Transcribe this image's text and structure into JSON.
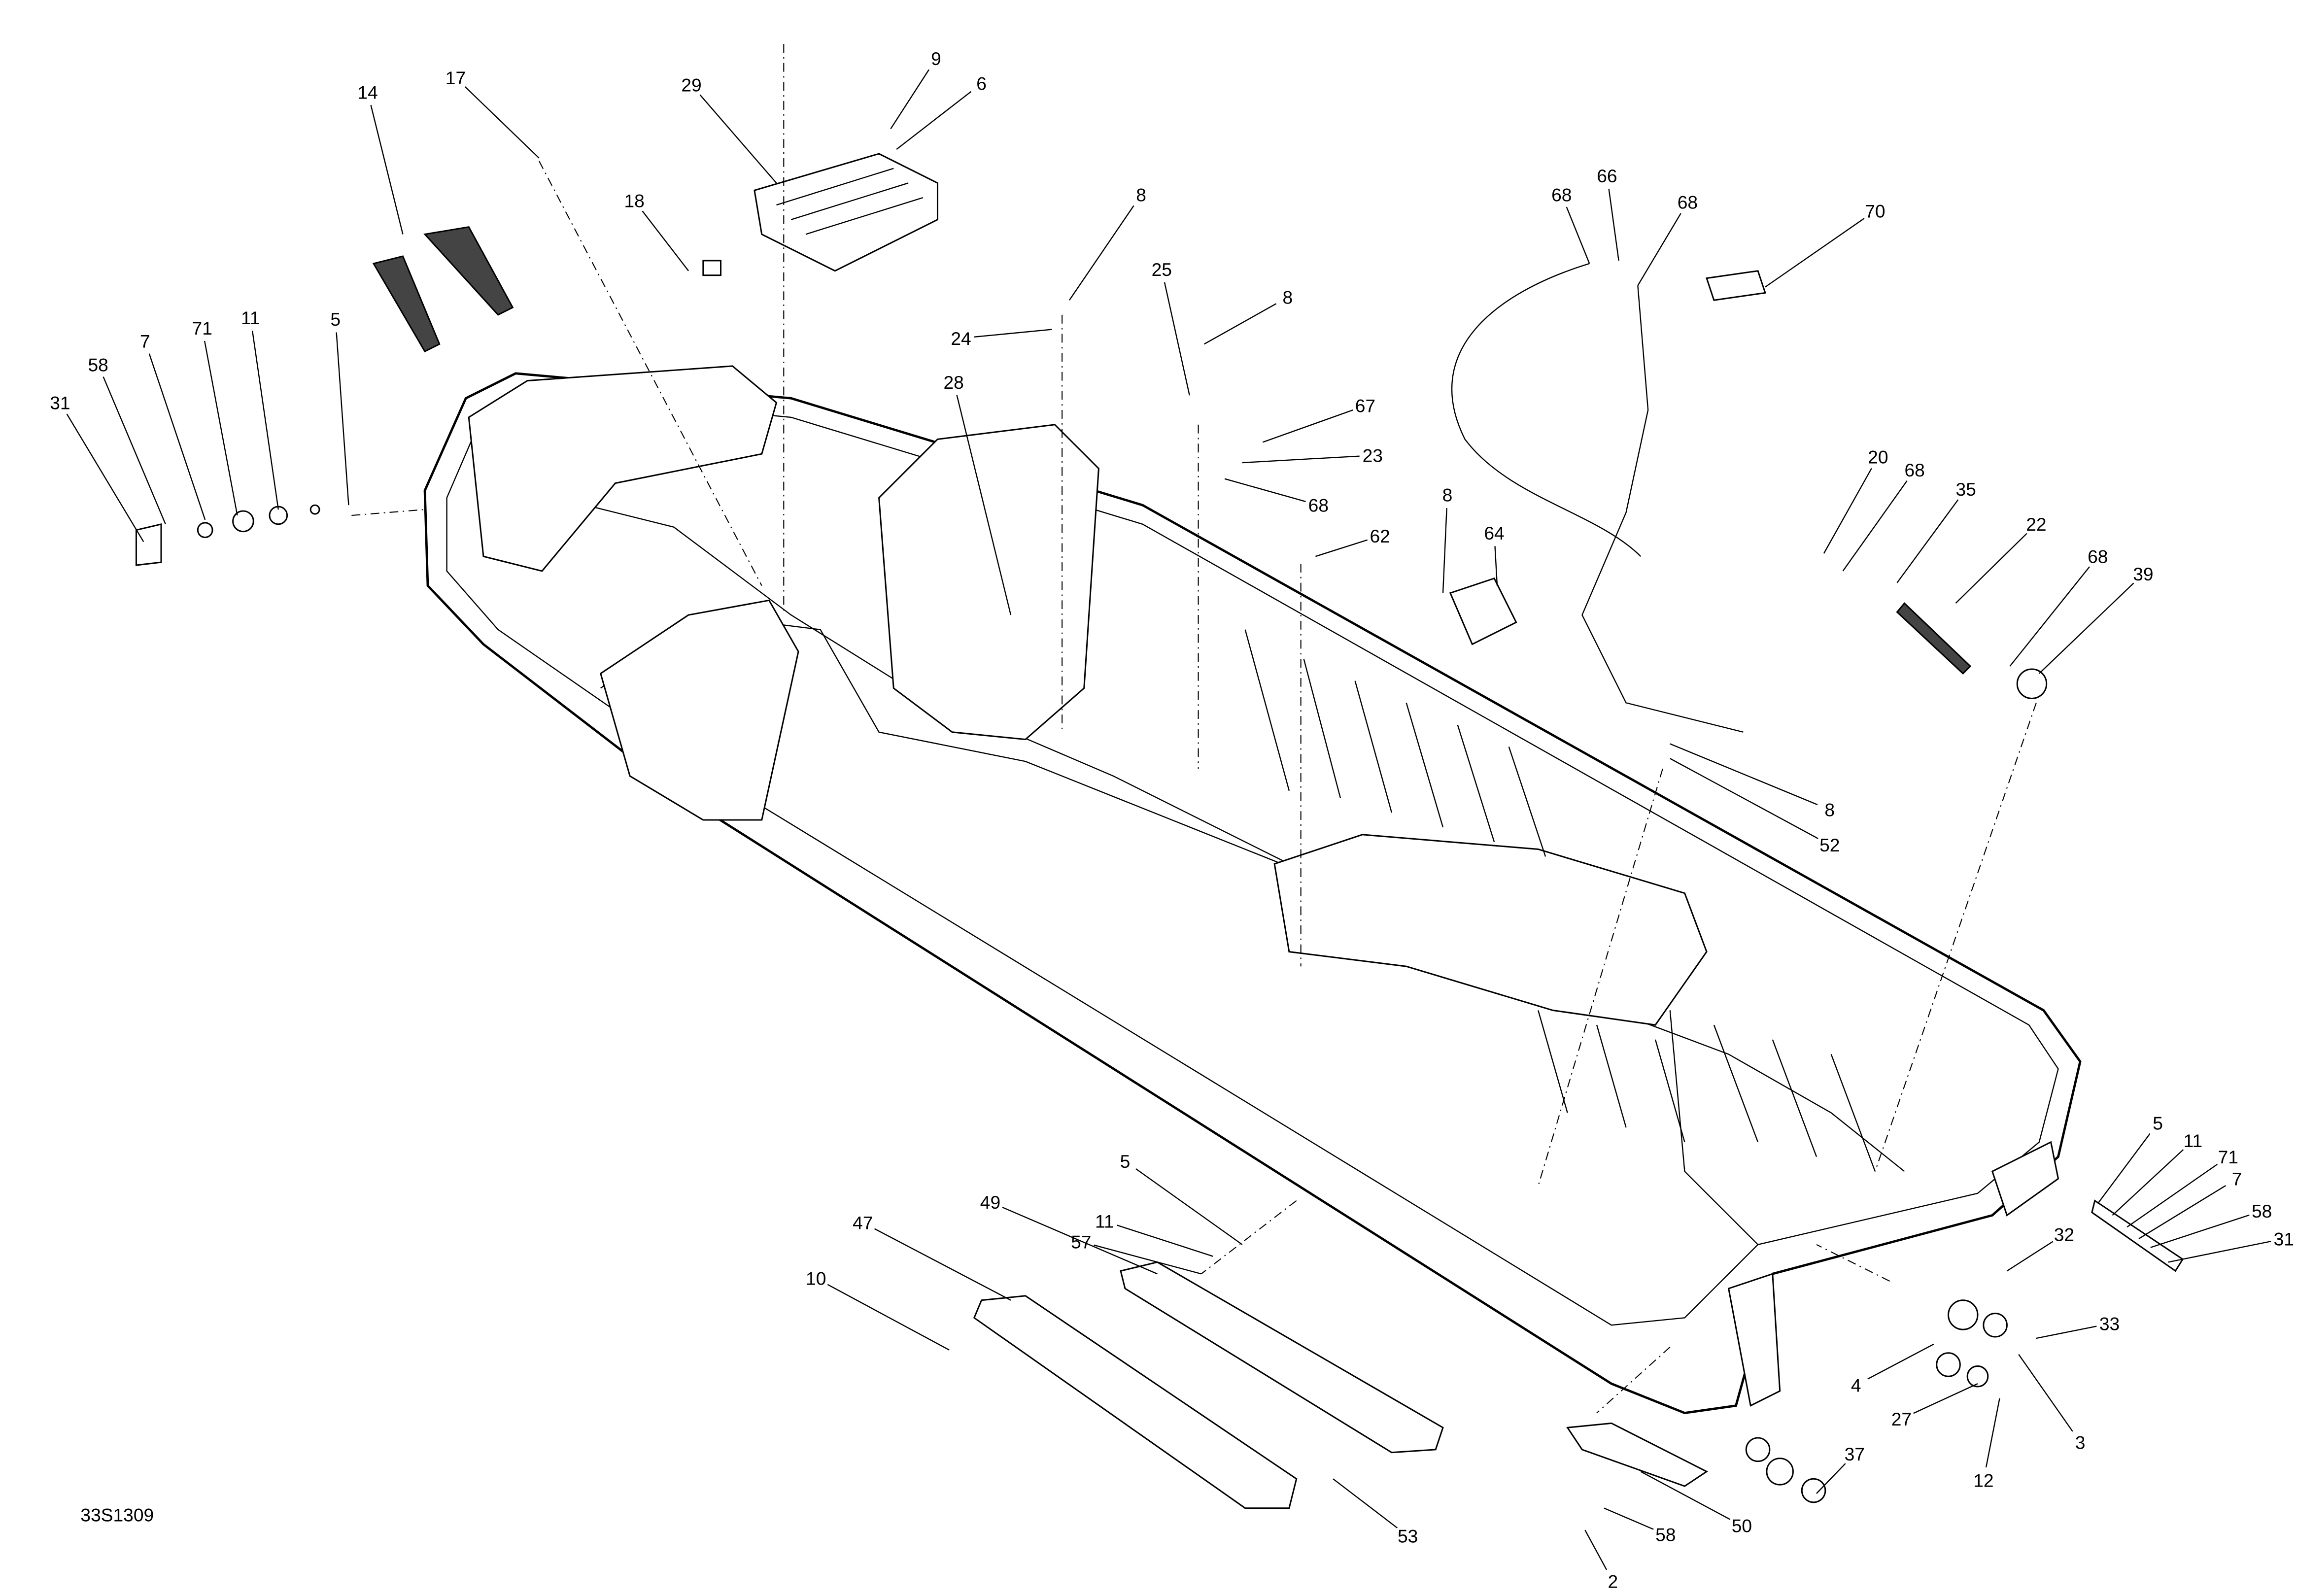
{
  "figure_id": "33S1309",
  "callouts": [
    {
      "label": "14"
    },
    {
      "label": "17"
    },
    {
      "label": "29"
    },
    {
      "label": "9"
    },
    {
      "label": "6"
    },
    {
      "label": "18"
    },
    {
      "label": "8"
    },
    {
      "label": "25"
    },
    {
      "label": "8"
    },
    {
      "label": "24"
    },
    {
      "label": "28"
    },
    {
      "label": "67"
    },
    {
      "label": "23"
    },
    {
      "label": "68"
    },
    {
      "label": "62"
    },
    {
      "label": "68"
    },
    {
      "label": "66"
    },
    {
      "label": "68"
    },
    {
      "label": "70"
    },
    {
      "label": "8"
    },
    {
      "label": "64"
    },
    {
      "label": "20"
    },
    {
      "label": "68"
    },
    {
      "label": "35"
    },
    {
      "label": "22"
    },
    {
      "label": "68"
    },
    {
      "label": "39"
    },
    {
      "label": "8"
    },
    {
      "label": "52"
    },
    {
      "label": "31"
    },
    {
      "label": "58"
    },
    {
      "label": "7"
    },
    {
      "label": "71"
    },
    {
      "label": "11"
    },
    {
      "label": "5"
    },
    {
      "label": "5"
    },
    {
      "label": "11"
    },
    {
      "label": "71"
    },
    {
      "label": "7"
    },
    {
      "label": "58"
    },
    {
      "label": "31"
    },
    {
      "label": "32"
    },
    {
      "label": "33"
    },
    {
      "label": "4"
    },
    {
      "label": "27"
    },
    {
      "label": "3"
    },
    {
      "label": "12"
    },
    {
      "label": "37"
    },
    {
      "label": "50"
    },
    {
      "label": "58"
    },
    {
      "label": "2"
    },
    {
      "label": "53"
    },
    {
      "label": "47"
    },
    {
      "label": "49"
    },
    {
      "label": "57"
    },
    {
      "label": "11"
    },
    {
      "label": "5"
    },
    {
      "label": "10"
    }
  ]
}
